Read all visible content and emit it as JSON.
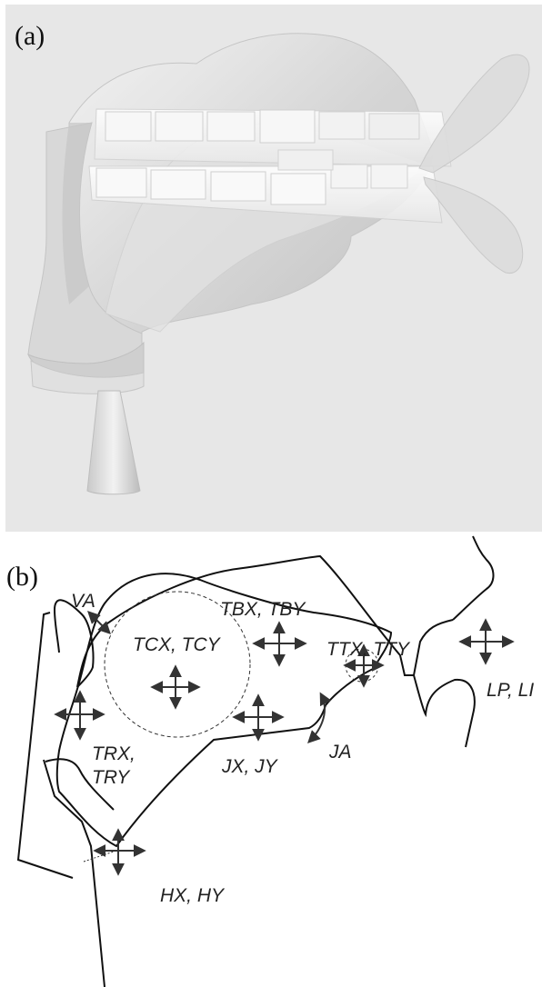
{
  "panel_a": {
    "label": "(a)"
  },
  "panel_b": {
    "label": "(b)",
    "labels": {
      "va": "VA",
      "tbx_tby": "TBX, TBY",
      "tcx_tcy": "TCX, TCY",
      "ttx_tty": "TTX, TTY",
      "lp_li": "LP, LI",
      "trx": "TRX,",
      "try": "TRY",
      "jx_jy": "JX, JY",
      "ja": "JA",
      "hx_hy": "HX, HY"
    }
  }
}
